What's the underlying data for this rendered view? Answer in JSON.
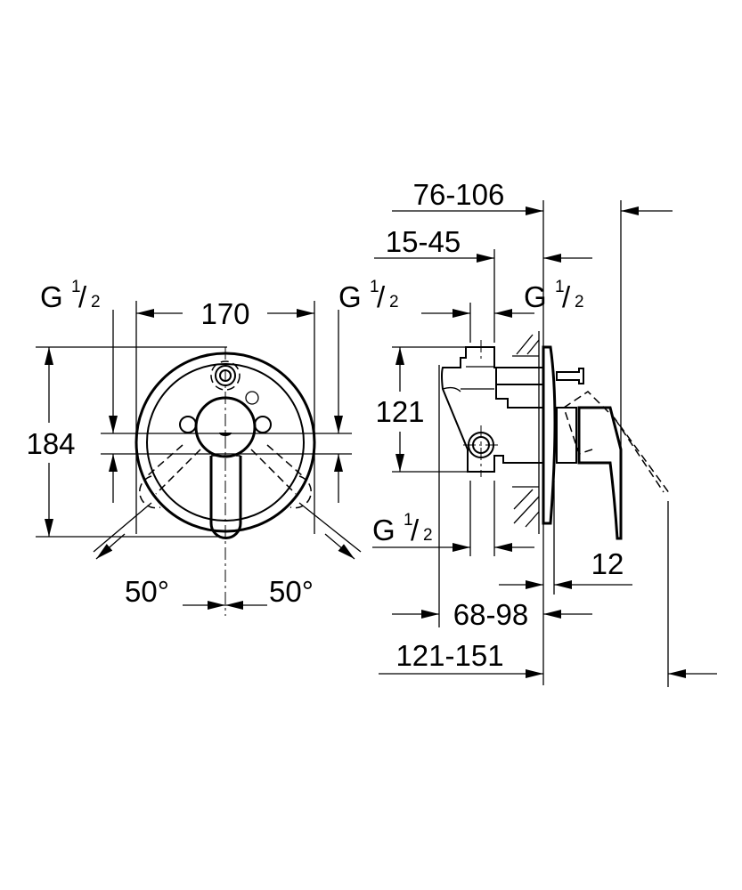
{
  "front_view": {
    "width_label": "170",
    "height_label": "184",
    "thread_left": {
      "g": "G",
      "num": "1",
      "den": "2"
    },
    "thread_right": {
      "g": "G",
      "num": "1",
      "den": "2"
    },
    "angle_left": "50°",
    "angle_right": "50°"
  },
  "side_view": {
    "depth_total": "76-106",
    "depth_inner": "15-45",
    "thread_top": {
      "g": "G",
      "num": "1",
      "den": "2"
    },
    "thread_bottom": {
      "g": "G",
      "num": "1",
      "den": "2"
    },
    "pipe_spacing": "121",
    "plate_thickness": "12",
    "installation_depth": "68-98",
    "overall_depth": "121-151"
  },
  "colors": {
    "line": "#000000",
    "background": "#ffffff"
  }
}
